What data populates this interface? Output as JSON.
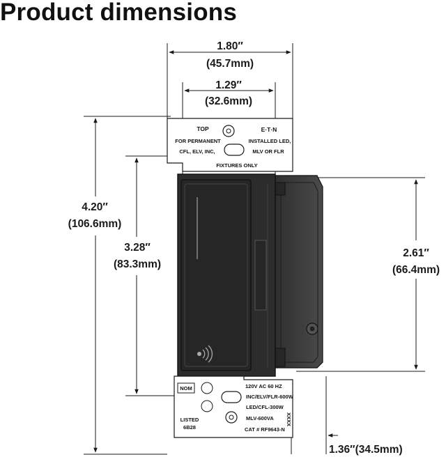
{
  "title": "Product dimensions",
  "dimensions": {
    "overall_width": {
      "inch": "1.80″",
      "mm": "(45.7mm)"
    },
    "paddle_width": {
      "inch": "1.29″",
      "mm": "(32.6mm)"
    },
    "overall_height": {
      "inch": "4.20″",
      "mm": "(106.6mm)"
    },
    "paddle_height": {
      "inch": "3.28″",
      "mm": "(83.3mm)"
    },
    "body_height": {
      "inch": "2.61″",
      "mm": "(66.4mm)"
    },
    "depth": "1.36″(34.5mm)"
  },
  "top_strap": {
    "top_label": "TOP",
    "brand": "E·T·N",
    "left_lines": [
      "FOR PERMANENT",
      "CFL, ELV, INC,"
    ],
    "right_lines": [
      "INSTALLED LED,",
      "MLV OR FLR"
    ],
    "bottom_line": "FIXTURES ONLY"
  },
  "bottom_strap": {
    "nom": "NOM",
    "listed": "LISTED",
    "listing_code": "6B28",
    "specs": [
      "120V AC 60 HZ",
      "INC/ELV/FLR-600W",
      "LED/CFL-300W",
      "MLV-600VA",
      "CAT # RF9643-N"
    ],
    "side_code": "XXXX"
  },
  "colors": {
    "line": "#1a1a1a",
    "paddle": "#2a2a2a",
    "body": "#3a3a3a"
  }
}
